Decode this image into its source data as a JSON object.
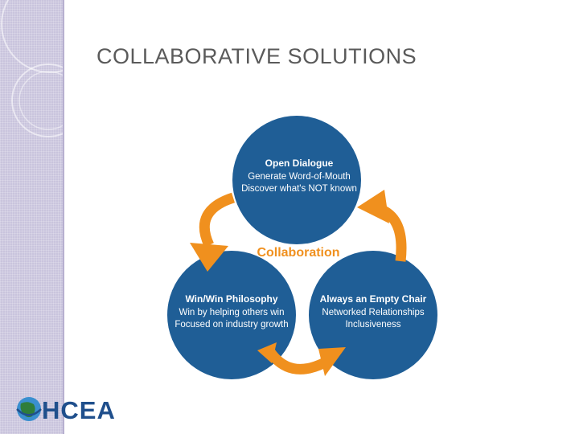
{
  "slide": {
    "title": "COLLABORATIVE SOLUTIONS"
  },
  "diagram": {
    "center_label": "Collaboration",
    "nodes": [
      {
        "id": "top",
        "title": "Open Dialogue",
        "lines": [
          "Generate Word-of-Mouth",
          "Discover what's NOT known"
        ]
      },
      {
        "id": "left",
        "title": "Win/Win Philosophy",
        "lines": [
          "Win by helping others win",
          "Focused on industry growth"
        ]
      },
      {
        "id": "right",
        "title": "Always an Empty Chair",
        "lines": [
          "Networked Relationships",
          "Inclusiveness"
        ]
      }
    ]
  },
  "logo": {
    "text": "HCEA"
  },
  "colors": {
    "circle": "#1f5e96",
    "arrow": "#f0901e",
    "center_label": "#f0901e",
    "title": "#5a5a5a"
  }
}
